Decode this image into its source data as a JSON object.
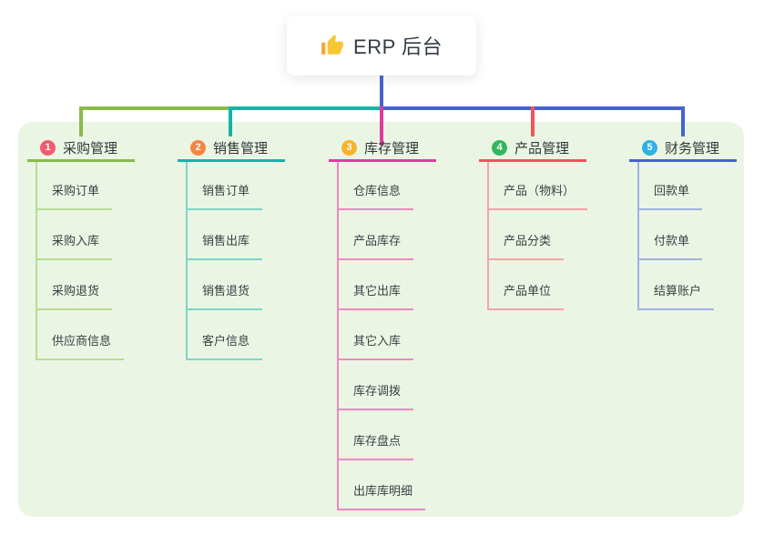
{
  "root": {
    "title": "ERP 后台",
    "icon": "thumbs-up"
  },
  "colors": {
    "panel_bg": "#eaf6e3",
    "card_bg": "#ffffff",
    "root_text": "#333b47",
    "root_connector": "#4663cf",
    "thumb_gold": "#f7c632",
    "thumb_dark": "#eda93c"
  },
  "branches": [
    {
      "number": "1",
      "title": "采购管理",
      "badge_color": "#f25b70",
      "line_color": "#89bb4b",
      "light_color": "#b6dd92",
      "children": [
        "采购订单",
        "采购入库",
        "采购退货",
        "供应商信息"
      ]
    },
    {
      "number": "2",
      "title": "销售管理",
      "badge_color": "#f68540",
      "line_color": "#16b3a8",
      "light_color": "#7fd4c9",
      "children": [
        "销售订单",
        "销售出库",
        "销售退货",
        "客户信息"
      ]
    },
    {
      "number": "3",
      "title": "库存管理",
      "badge_color": "#f7b32b",
      "line_color": "#e13b9e",
      "light_color": "#ef87c2",
      "children": [
        "仓库信息",
        "产品库存",
        "其它出库",
        "其它入库",
        "库存调拨",
        "库存盘点",
        "出库库明细"
      ]
    },
    {
      "number": "4",
      "title": "产品管理",
      "badge_color": "#34b65c",
      "line_color": "#f5525c",
      "light_color": "#f8a2a6",
      "children": [
        "产品（物料）",
        "产品分类",
        "产品单位"
      ]
    },
    {
      "number": "5",
      "title": "财务管理",
      "badge_color": "#2fb1e3",
      "line_color": "#4663cf",
      "light_color": "#9fb2e5",
      "children": [
        "回款单",
        "付款单",
        "结算账户"
      ]
    }
  ]
}
